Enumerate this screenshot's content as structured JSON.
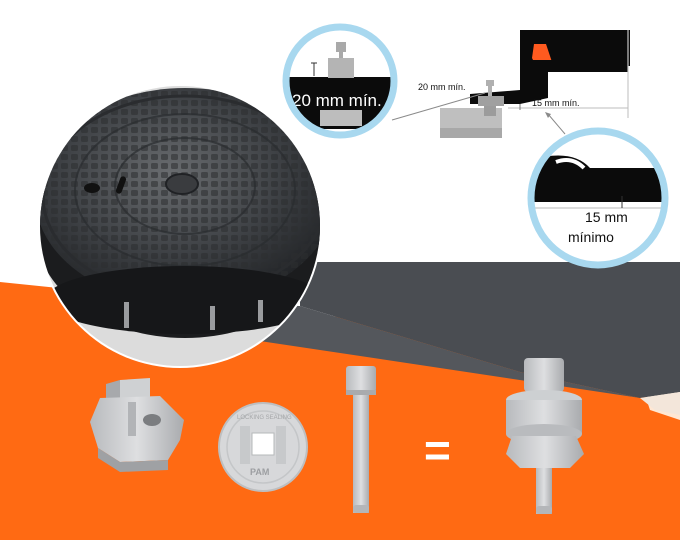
{
  "callouts": {
    "left_circle_label": "20 mm mín.",
    "diagram_small_label_left": "20 mm mín.",
    "diagram_small_label_right": "15 mm mín.",
    "right_circle_label_line1": "15 mm",
    "right_circle_label_line2": "mínimo"
  },
  "parts": {
    "equals_sign": "=",
    "washer_top_text": "LOCKING SEALING",
    "washer_logo": "PAM"
  },
  "colors": {
    "orange": "#ff6a13",
    "dark_grey": "#4a4d52",
    "light_blue_ring": "#a8d8ef",
    "part_grey": "#c9cbcd",
    "black": "#0b0b0b",
    "accent_orange": "#ff5a1f"
  }
}
